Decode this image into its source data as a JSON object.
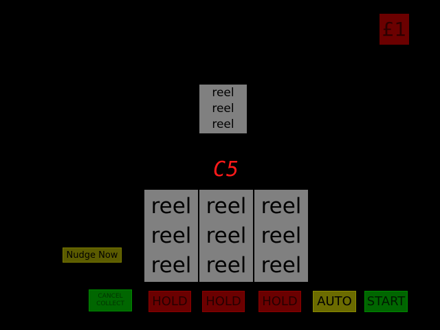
{
  "credit": {
    "label": "£1"
  },
  "small_reel": {
    "symbols": [
      "reel",
      "reel",
      "reel"
    ]
  },
  "display": {
    "value": "C5"
  },
  "reels": [
    {
      "symbols": [
        "reel",
        "reel",
        "reel"
      ]
    },
    {
      "symbols": [
        "reel",
        "reel",
        "reel"
      ]
    },
    {
      "symbols": [
        "reel",
        "reel",
        "reel"
      ]
    }
  ],
  "buttons": {
    "nudge": "Nudge Now",
    "cancel_line1": "CANCEL",
    "cancel_line2": "COLLECT",
    "hold_1": "HOLD",
    "hold_2": "HOLD",
    "hold_3": "HOLD",
    "auto": "AUTO",
    "start": "START"
  },
  "colors": {
    "background": "#000000",
    "reel": "#808080",
    "hold": "#6b0000",
    "auto": "#6b6b00",
    "start": "#006600",
    "display": "#ff1a1a"
  }
}
